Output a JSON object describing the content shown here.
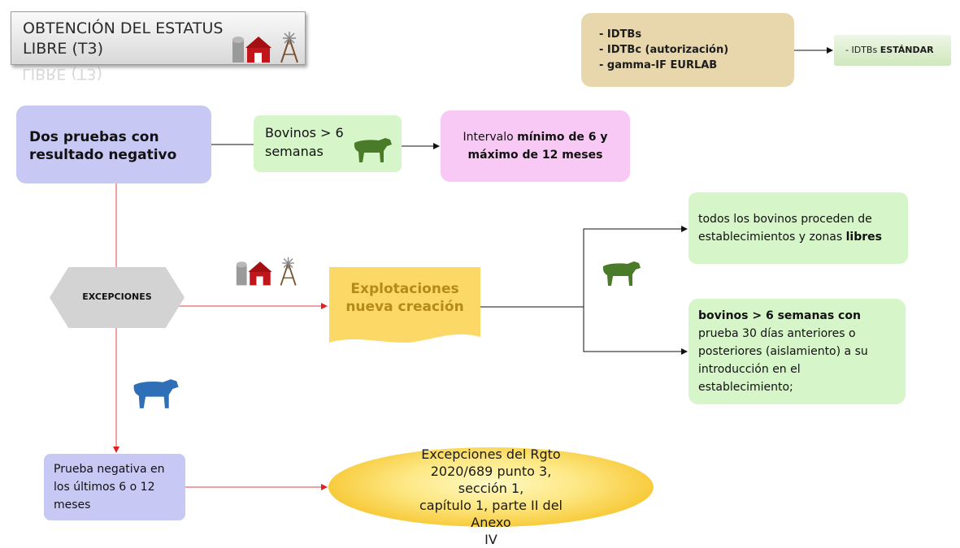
{
  "title": {
    "text": "OBTENCIÓN DEL ESTATUS LIBRE (T3)",
    "reflection": "LIBRE (T3)"
  },
  "tests": {
    "lines": [
      "- IDTBs",
      "- IDTBc (autorización)",
      "- gamma-IF EURLAB"
    ]
  },
  "standard": {
    "prefix": "- IDTBs ",
    "bold": "ESTÁNDAR"
  },
  "main_box": {
    "line1": "Dos pruebas con",
    "line2": "resultado negativo"
  },
  "bovinos_box": {
    "line1": "Bovinos > 6",
    "line2": "semanas"
  },
  "interval_box": {
    "prefix": "Intervalo ",
    "bold1": "mínimo de 6 y",
    "bold2": "máximo de 12 meses"
  },
  "exceptions": {
    "label": "EXCEPCIONES"
  },
  "new_farms": {
    "line1": "Explotaciones",
    "line2": "nueva creación"
  },
  "todos_box": {
    "line1": "todos los bovinos proceden de",
    "line2": "establecimientos y zonas ",
    "bold": "libres"
  },
  "bovinos2_box": {
    "bold": "bovinos > 6 semanas con",
    "lines": [
      "prueba 30 días anteriores o",
      "posteriores (aislamiento) a su",
      "introducción en el",
      "establecimiento;"
    ]
  },
  "prueba_box": {
    "lines": [
      "Prueba negativa en",
      "los últimos 6 o 12",
      "meses"
    ]
  },
  "regulation": {
    "lines": [
      "Excepciones del Rgto",
      "2020/689 punto 3, sección 1,",
      "capítulo 1, parte II del Anexo",
      "IV"
    ]
  },
  "colors": {
    "purple": "#c8c8f4",
    "green": "#d6f5c8",
    "pink": "#f9c9f5",
    "tan": "#e8d7ad",
    "yellow": "#fcd867",
    "red_line": "#e04040",
    "cow_green": "#4a7b28",
    "cow_blue": "#2f6fb7"
  },
  "icons": [
    "farm-icon",
    "cow-icon"
  ]
}
